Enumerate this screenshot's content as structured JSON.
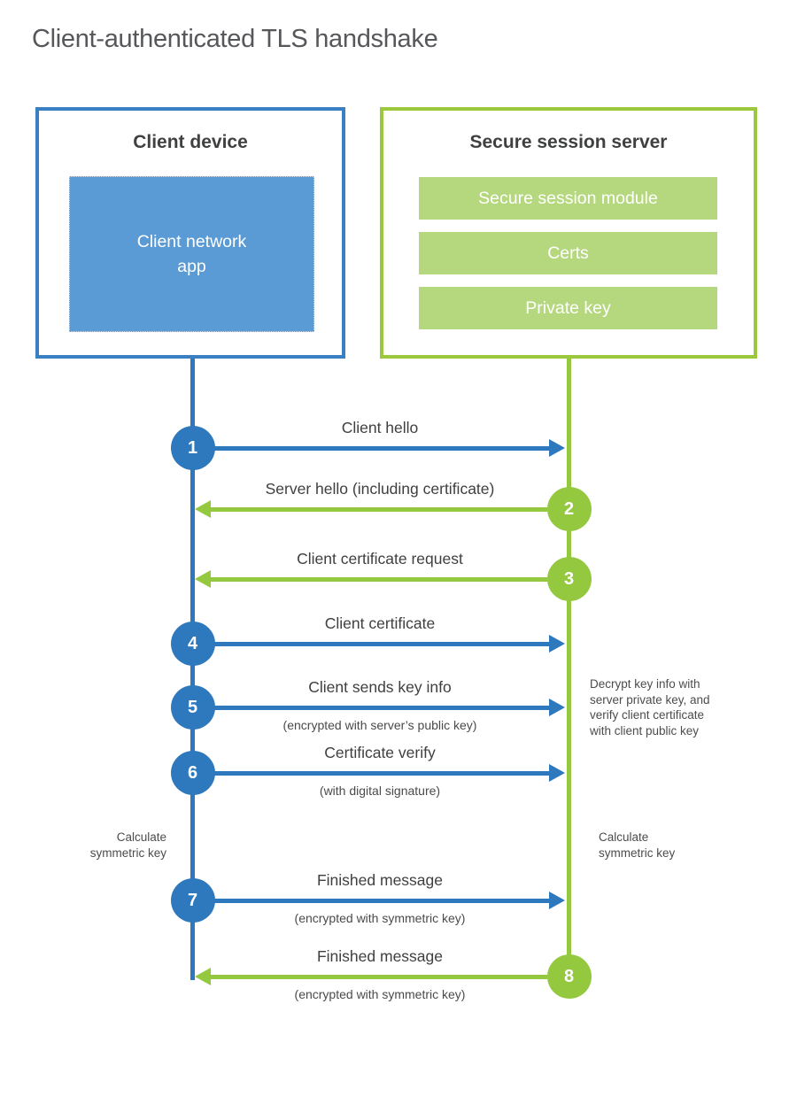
{
  "title": "Client-authenticated TLS handshake",
  "colors": {
    "blue": "#2e78be",
    "blue_box_border": "#3a7fc2",
    "blue_fill": "#5b9bd5",
    "green": "#94c83e",
    "green_box_border": "#9bc83c",
    "green_fill": "#b5d87e"
  },
  "client_box": {
    "title": "Client device",
    "app_label": "Client network\napp"
  },
  "server_box": {
    "title": "Secure session server",
    "modules": [
      "Secure session module",
      "Certs",
      "Private key"
    ]
  },
  "steps": [
    {
      "num": "1",
      "label": "Client hello",
      "sub": "",
      "direction": "client-to-server",
      "color": "blue"
    },
    {
      "num": "2",
      "label": "Server hello (including certificate)",
      "sub": "",
      "direction": "server-to-client",
      "color": "green"
    },
    {
      "num": "3",
      "label": "Client certificate request",
      "sub": "",
      "direction": "server-to-client",
      "color": "green"
    },
    {
      "num": "4",
      "label": "Client certificate",
      "sub": "",
      "direction": "client-to-server",
      "color": "blue"
    },
    {
      "num": "5",
      "label": "Client sends key info",
      "sub": "(encrypted with server’s public key)",
      "direction": "client-to-server",
      "color": "blue"
    },
    {
      "num": "6",
      "label": "Certificate verify",
      "sub": "(with digital signature)",
      "direction": "client-to-server",
      "color": "blue"
    },
    {
      "num": "7",
      "label": "Finished message",
      "sub": "(encrypted with symmetric key)",
      "direction": "client-to-server",
      "color": "blue"
    },
    {
      "num": "8",
      "label": "Finished message",
      "sub": "(encrypted with symmetric key)",
      "direction": "server-to-client",
      "color": "green"
    }
  ],
  "side_notes": {
    "decrypt_note": "Decrypt key info with\nserver private key, and\nverify client certificate\nwith client public key",
    "calculate_left": "Calculate\nsymmetric key",
    "calculate_right": "Calculate\nsymmetric key"
  }
}
